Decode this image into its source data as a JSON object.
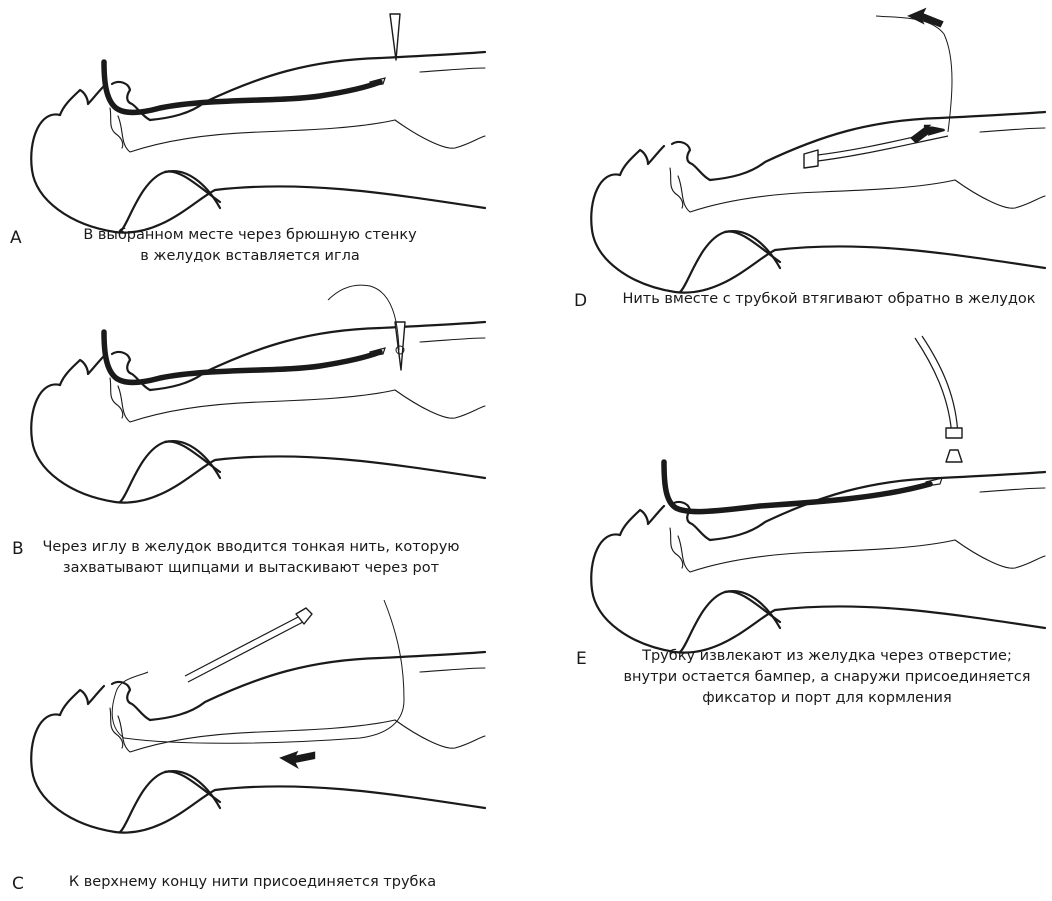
{
  "panels": {
    "a": {
      "letter": "A",
      "caption_lines": [
        "В выбранном месте через брюшную стенку",
        "в желудок вставляется игла"
      ]
    },
    "b": {
      "letter": "B",
      "caption_lines": [
        "Через иглу в желудок вводится тонкая нить, которую",
        "захватывают щипцами и вытаскивают через рот"
      ]
    },
    "c": {
      "letter": "C",
      "caption_lines": [
        "К верхнему концу нити присоединяется трубка"
      ]
    },
    "d": {
      "letter": "D",
      "caption_lines": [
        "Нить вместе с трубкой втягивают обратно в желудок"
      ]
    },
    "e": {
      "letter": "E",
      "caption_lines": [
        "Трубку извлекают из желудка через отверстие;",
        "внутри остается бампер, а снаружи присоединяется",
        "фиксатор и порт для кормления"
      ]
    }
  },
  "colors": {
    "ink": "#1a1a1a",
    "background": "#ffffff"
  }
}
